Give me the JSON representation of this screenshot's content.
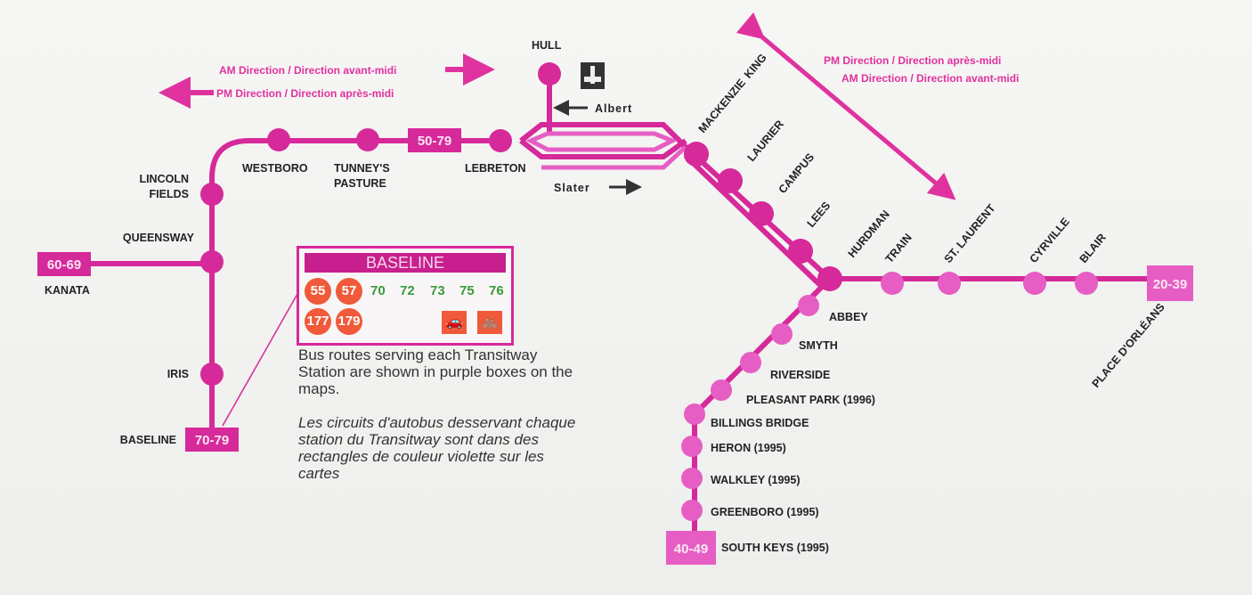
{
  "directions": {
    "am": "AM Direction / Direction avant-midi",
    "pm": "PM Direction / Direction après-midi",
    "diag_pm": "PM Direction / Direction après-midi",
    "diag_am": "AM Direction / Direction avant-midi"
  },
  "streets": {
    "albert": "Albert",
    "slater": "Slater"
  },
  "route_boxes": {
    "downtown": "50-79",
    "kanata": "60-69",
    "baseline": "70-79",
    "east": "20-39",
    "south": "40-49"
  },
  "stations": {
    "hull": "HULL",
    "westboro": "WESTBORO",
    "tunneys_1": "TUNNEY'S",
    "tunneys_2": "PASTURE",
    "lebreton": "LEBRETON",
    "lincoln_1": "LINCOLN",
    "lincoln_2": "FIELDS",
    "queensway": "QUEENSWAY",
    "kanata": "KANATA",
    "iris": "IRIS",
    "baseline": "BASELINE",
    "mackenzie_1": "MACKENZIE",
    "mackenzie_2": "KING",
    "laurier": "LAURIER",
    "campus": "CAMPUS",
    "lees": "LEES",
    "hurdman": "HURDMAN",
    "train": "TRAIN",
    "st_laurent": "ST. LAURENT",
    "cyrville": "CYRVILLE",
    "blair": "BLAIR",
    "place_orleans": "PLACE D'ORLÉANS",
    "abbey": "ABBEY",
    "smyth": "SMYTH",
    "riverside": "RIVERSIDE",
    "pleasant_park": "PLEASANT PARK (1996)",
    "billings_bridge": "BILLINGS BRIDGE",
    "heron": "HERON (1995)",
    "walkley": "WALKLEY (1995)",
    "greenboro": "GREENBORO (1995)",
    "south_keys": "SOUTH KEYS (1995)"
  },
  "legend": {
    "title": "BASELINE",
    "circle_routes": [
      "55",
      "57",
      "177",
      "179"
    ],
    "green_routes": [
      "70",
      "72",
      "73",
      "75",
      "76"
    ],
    "icons": [
      "car-icon",
      "bicycle-icon"
    ]
  },
  "notes": {
    "en": "Bus routes serving each Transitway Station are shown in purple boxes on the maps.",
    "fr": "Les circuits d'autobus desservant chaque station du Transitway sont dans des rectangles de couleur violette sur les cartes"
  },
  "colors": {
    "line": "#d6299a",
    "light": "#e65ec4",
    "route_circle": "#f05a3a",
    "route_green": "#3a9a3a"
  }
}
